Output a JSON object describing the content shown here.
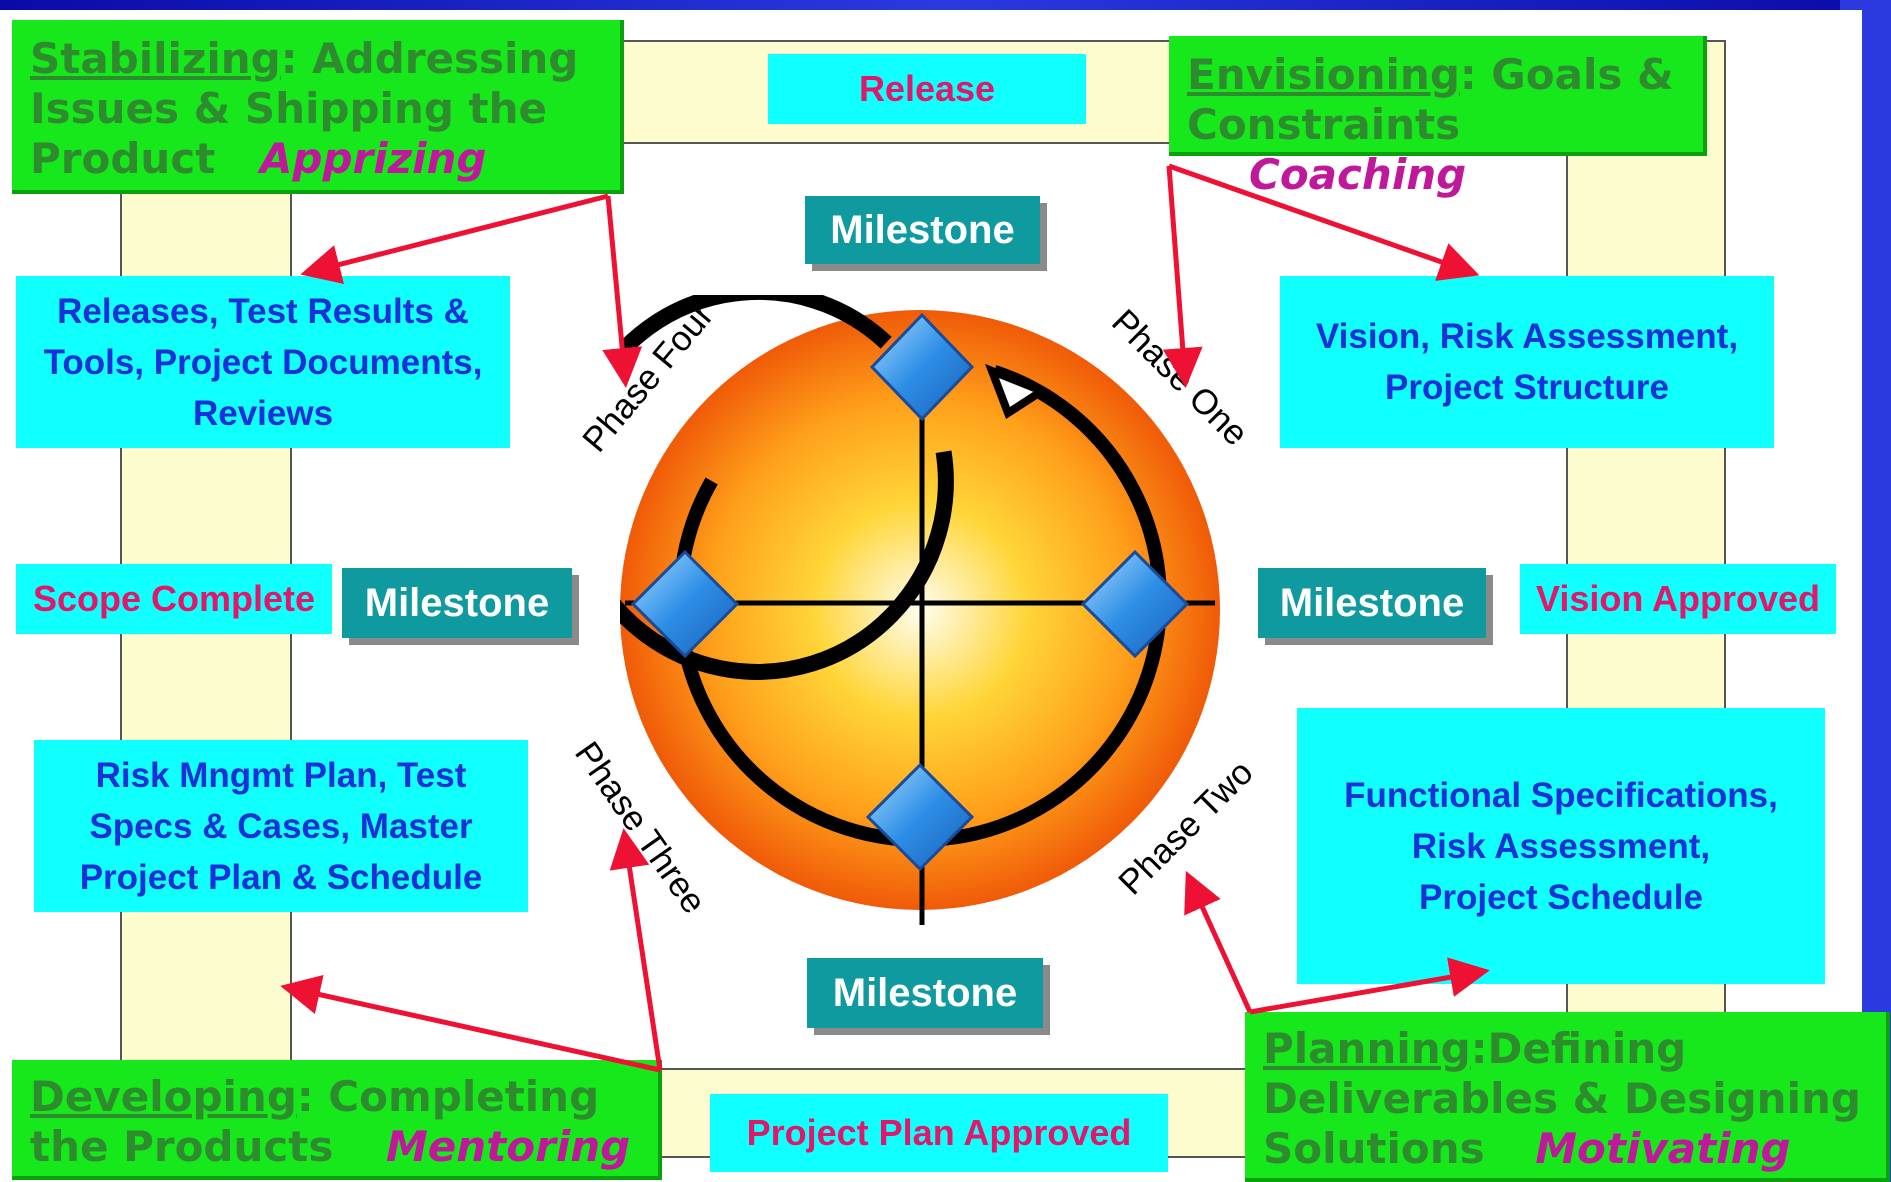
{
  "phases": [
    {
      "name": "Stabilizing",
      "desc": ": Addressing Issues & Shipping the Product",
      "role": "Apprizing"
    },
    {
      "name": "Envisioning",
      "desc": ": Goals & Constraints",
      "role": "Coaching"
    },
    {
      "name": "Developing",
      "desc": ": Completing the Products",
      "role": "Mentoring"
    },
    {
      "name": "Planning",
      "desc": ":Defining Deliverables & Designing Solutions",
      "role": "Motivating"
    }
  ],
  "deliverables": {
    "stabilizing": [
      "Releases, Test Results &",
      "Tools, Project Documents,",
      "Reviews"
    ],
    "envisioning": [
      "Vision, Risk  Assessment,",
      "Project Structure"
    ],
    "developing": [
      "Risk Mngmt Plan, Test",
      "Specs & Cases, Master",
      "Project  Plan & Schedule"
    ],
    "planning": [
      "Functional Specifications,",
      "Risk Assessment,",
      "Project Schedule"
    ]
  },
  "milestone_names": {
    "top": "Release",
    "left": "Scope Complete",
    "right": "Vision Approved",
    "bottom": "Project Plan Approved"
  },
  "milestone_label": "Milestone",
  "phase_labels": {
    "one": "Phase One",
    "two": "Phase Two",
    "three": "Phase Three",
    "four": "Phase Four"
  },
  "colors": {
    "green_box": "#17e81c",
    "green_text": "#2e8b2e",
    "role_text": "#c0189a",
    "cyan_box": "#10ffff",
    "deliverable_text": "#1a30d8",
    "milestone_name_text": "#e0186a",
    "milestone_bg": "#0f9aa0",
    "arrow": "#ee1133",
    "frame": "#fdfccf"
  }
}
